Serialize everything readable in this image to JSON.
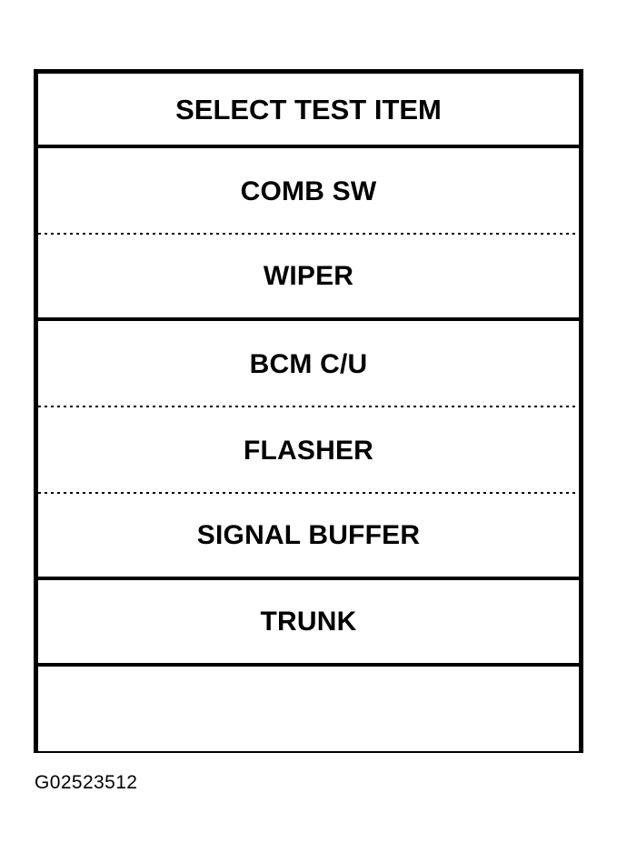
{
  "figure": {
    "caption": "G02523512",
    "border_color": "#000000",
    "background_color": "#ffffff"
  },
  "menu": {
    "header": {
      "label": "SELECT TEST ITEM",
      "separator_below": "solid"
    },
    "items": [
      {
        "label": "COMB SW",
        "separator_below": "dotted"
      },
      {
        "label": "WIPER",
        "separator_below": "solid"
      },
      {
        "label": "BCM C/U",
        "separator_below": "dotted"
      },
      {
        "label": "FLASHER",
        "separator_below": "dotted"
      },
      {
        "label": "SIGNAL BUFFER",
        "separator_below": "solid"
      },
      {
        "label": "TRUNK",
        "separator_below": "solid"
      },
      {
        "label": "",
        "separator_below": "none"
      }
    ]
  }
}
